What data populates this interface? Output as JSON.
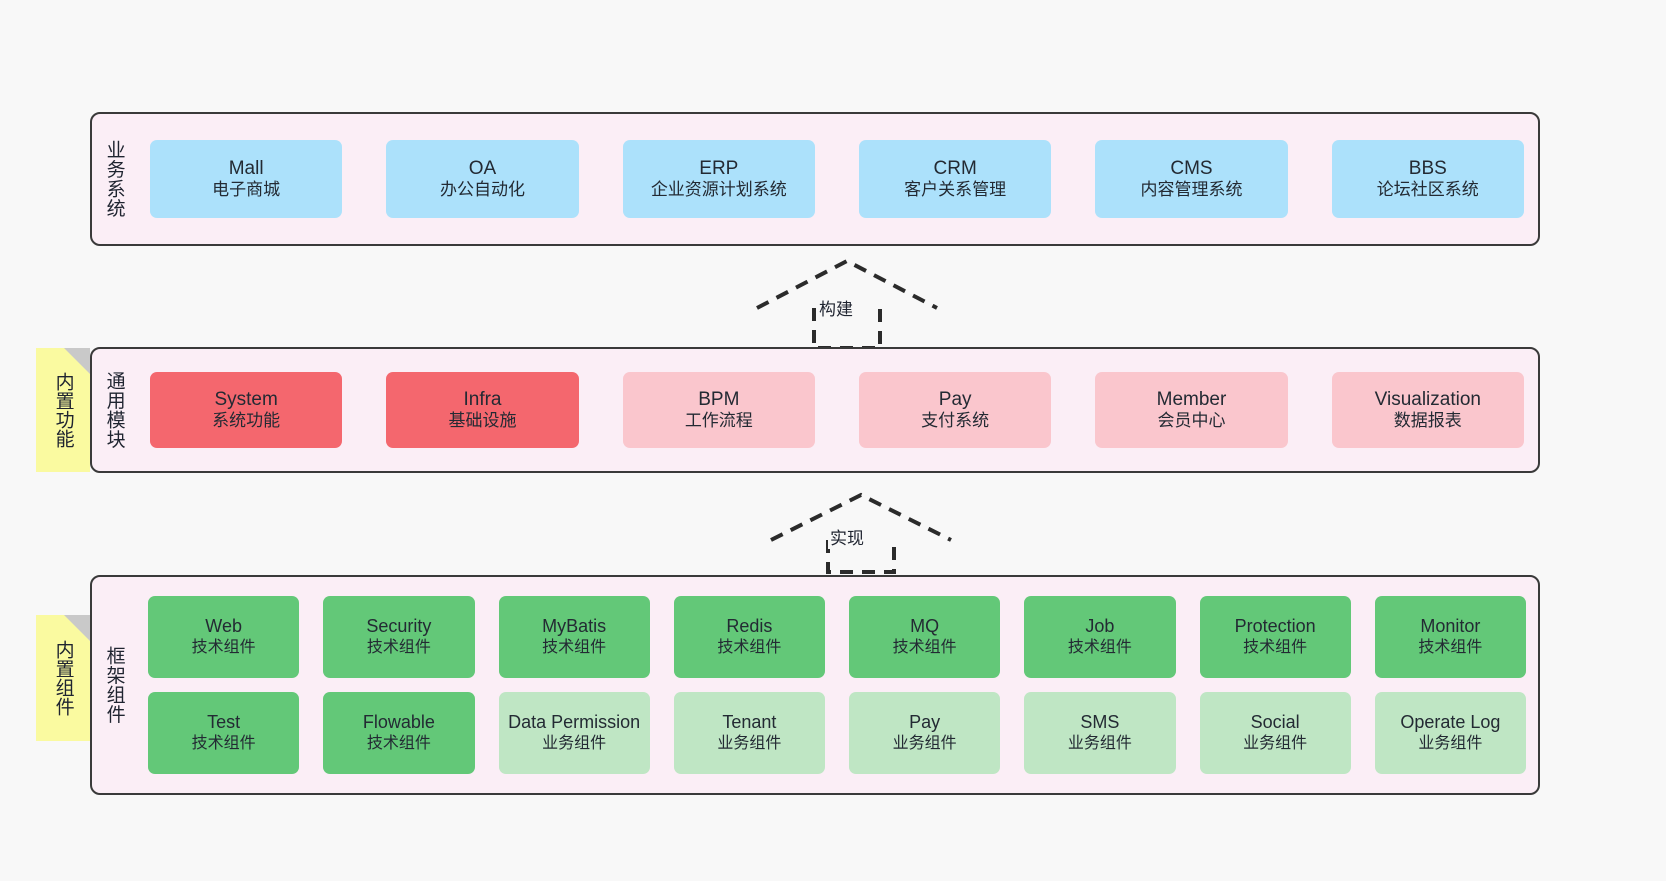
{
  "layers": {
    "business": {
      "title": "业务系统",
      "cards": [
        {
          "name": "Mall",
          "desc": "电子商城"
        },
        {
          "name": "OA",
          "desc": "办公自动化"
        },
        {
          "name": "ERP",
          "desc": "企业资源计划系统"
        },
        {
          "name": "CRM",
          "desc": "客户关系管理"
        },
        {
          "name": "CMS",
          "desc": "内容管理系统"
        },
        {
          "name": "BBS",
          "desc": "论坛社区系统"
        }
      ]
    },
    "modules": {
      "title": "通用模块",
      "tag": "内置功能",
      "cards": [
        {
          "name": "System",
          "desc": "系统功能",
          "style": "c-red"
        },
        {
          "name": "Infra",
          "desc": "基础设施",
          "style": "c-red"
        },
        {
          "name": "BPM",
          "desc": "工作流程",
          "style": "c-pink"
        },
        {
          "name": "Pay",
          "desc": "支付系统",
          "style": "c-pink"
        },
        {
          "name": "Member",
          "desc": "会员中心",
          "style": "c-pink"
        },
        {
          "name": "Visualization",
          "desc": "数据报表",
          "style": "c-pink"
        }
      ]
    },
    "framework": {
      "title": "框架组件",
      "tag": "内置组件",
      "row1": [
        {
          "name": "Web",
          "desc": "技术组件",
          "style": "c-green"
        },
        {
          "name": "Security",
          "desc": "技术组件",
          "style": "c-green"
        },
        {
          "name": "MyBatis",
          "desc": "技术组件",
          "style": "c-green"
        },
        {
          "name": "Redis",
          "desc": "技术组件",
          "style": "c-green"
        },
        {
          "name": "MQ",
          "desc": "技术组件",
          "style": "c-green"
        },
        {
          "name": "Job",
          "desc": "技术组件",
          "style": "c-green"
        },
        {
          "name": "Protection",
          "desc": "技术组件",
          "style": "c-green"
        },
        {
          "name": "Monitor",
          "desc": "技术组件",
          "style": "c-green"
        }
      ],
      "row2": [
        {
          "name": "Test",
          "desc": "技术组件",
          "style": "c-green"
        },
        {
          "name": "Flowable",
          "desc": "技术组件",
          "style": "c-green"
        },
        {
          "name": "Data Permission",
          "desc": "业务组件",
          "style": "c-lightgreen"
        },
        {
          "name": "Tenant",
          "desc": "业务组件",
          "style": "c-lightgreen"
        },
        {
          "name": "Pay",
          "desc": "业务组件",
          "style": "c-lightgreen"
        },
        {
          "name": "SMS",
          "desc": "业务组件",
          "style": "c-lightgreen"
        },
        {
          "name": "Social",
          "desc": "业务组件",
          "style": "c-lightgreen"
        },
        {
          "name": "Operate Log",
          "desc": "业务组件",
          "style": "c-lightgreen"
        }
      ]
    }
  },
  "connectors": [
    {
      "id": "build",
      "label": "构建"
    },
    {
      "id": "impl",
      "label": "实现"
    }
  ],
  "colors": {
    "band_fill": "#fbeef6",
    "band_stroke": "#3a3a3a",
    "blue": "#ace1fb",
    "red": "#f4676e",
    "pink": "#fac6cd",
    "green": "#63c878",
    "light_green": "#bfe6c4",
    "note_yellow": "#fafaa0",
    "canvas": "#f8f8f8"
  }
}
